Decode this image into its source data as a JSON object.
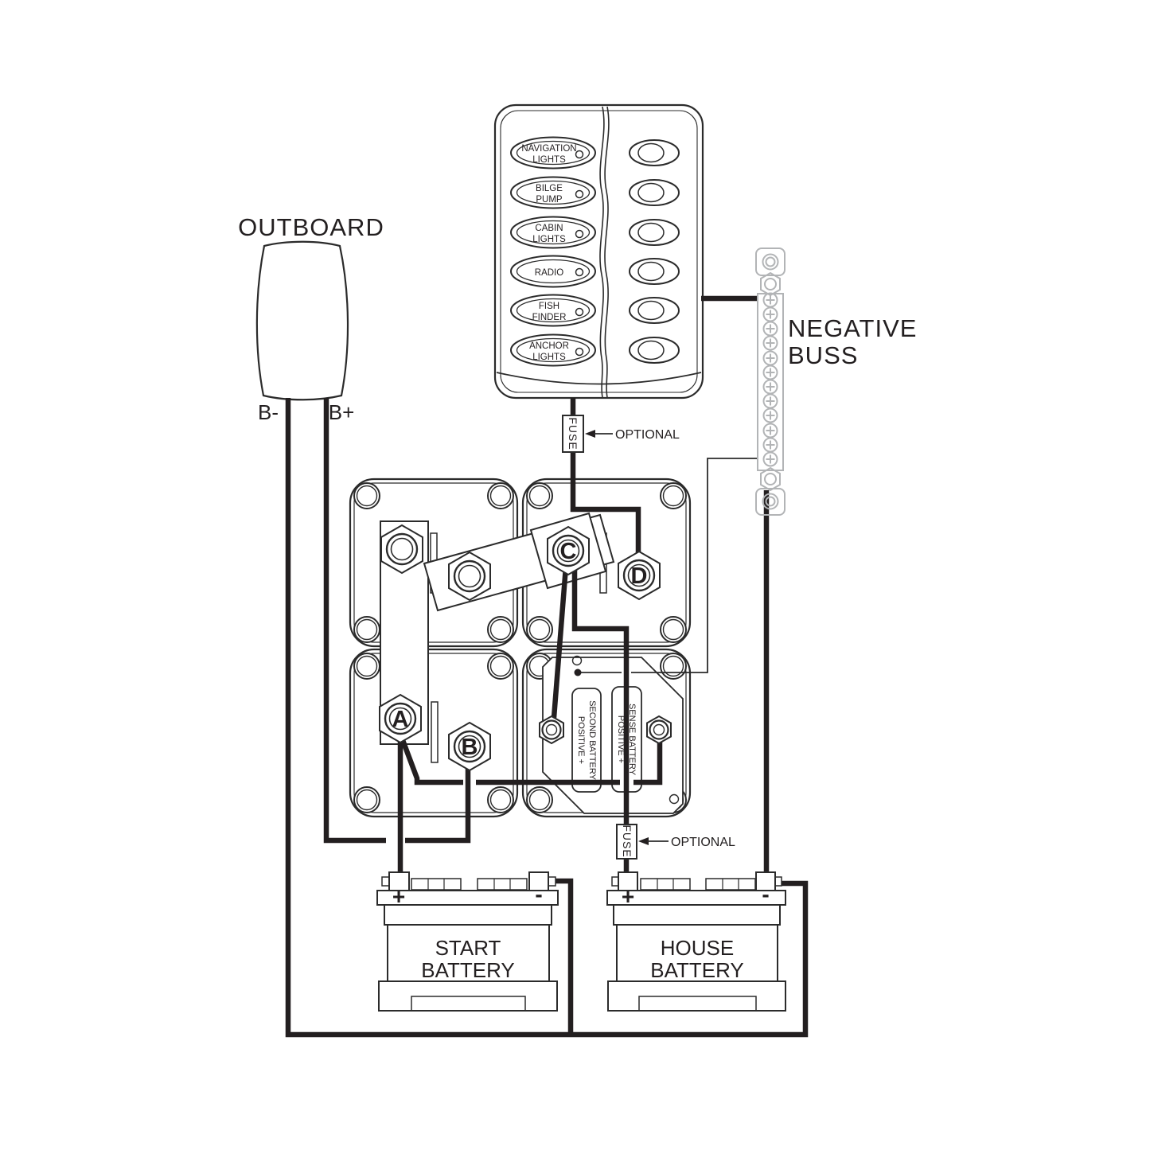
{
  "outboard": {
    "label": "OUTBOARD",
    "neg_terminal": "B-",
    "pos_terminal": "B+"
  },
  "switch_panel": {
    "switches": [
      {
        "lines": [
          "NAVIGATION",
          "LIGHTS"
        ]
      },
      {
        "lines": [
          "BILGE",
          "PUMP"
        ]
      },
      {
        "lines": [
          "CABIN",
          "LIGHTS"
        ]
      },
      {
        "lines": [
          "RADIO"
        ]
      },
      {
        "lines": [
          "FISH",
          "FINDER"
        ]
      },
      {
        "lines": [
          "ANCHOR",
          "LIGHTS"
        ]
      }
    ]
  },
  "negative_buss": {
    "lines": [
      "NEGATIVE",
      "BUSS"
    ]
  },
  "battery_switch_cluster": {
    "terminals": [
      "A",
      "B",
      "C",
      "D"
    ]
  },
  "acr": {
    "labels": [
      {
        "lines": [
          "SECOND BATTERY",
          "POSITIVE +"
        ]
      },
      {
        "lines": [
          "SENSE BATTERY",
          "POSITIVE +"
        ]
      }
    ]
  },
  "fuse": {
    "label": "FUSE",
    "note": "OPTIONAL"
  },
  "batteries": {
    "pos_sign": "+",
    "neg_sign": "-",
    "start": {
      "lines": [
        "START",
        "BATTERY"
      ]
    },
    "house": {
      "lines": [
        "HOUSE",
        "BATTERY"
      ]
    }
  },
  "colors": {
    "line": "#231f20",
    "buss": "#b2b4b6",
    "background": "#ffffff"
  }
}
